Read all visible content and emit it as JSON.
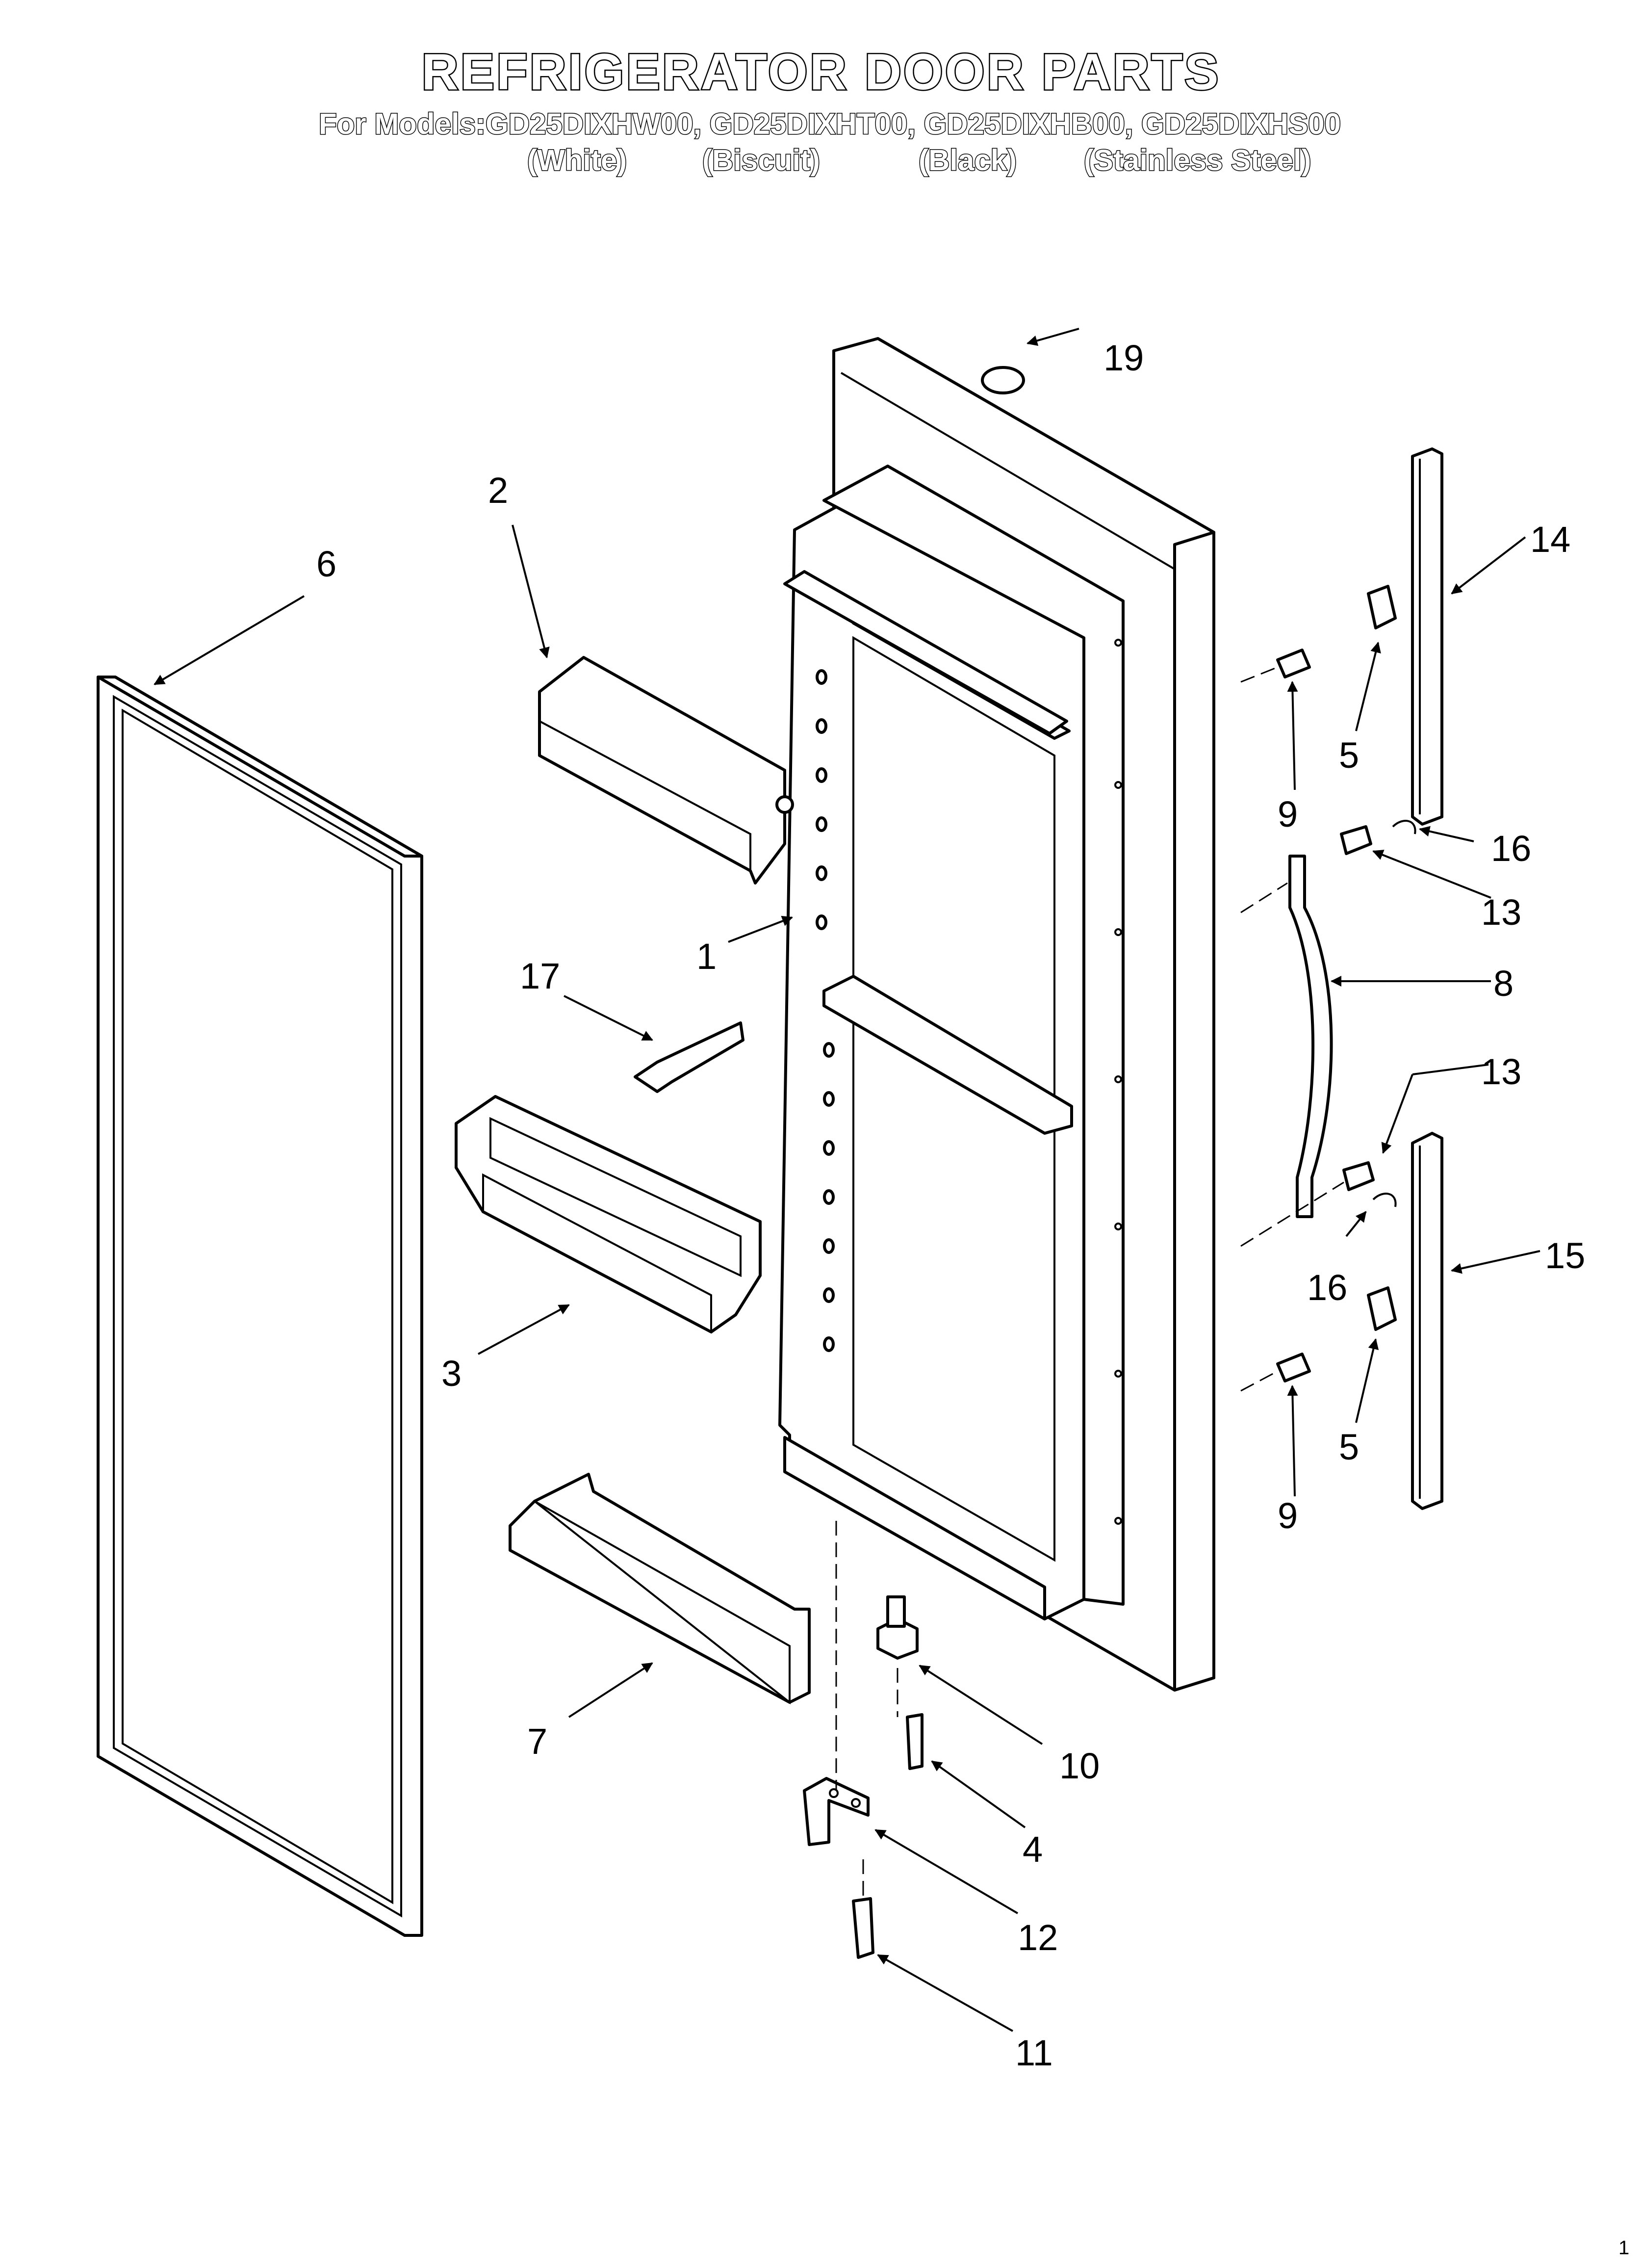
{
  "title": "REFRIGERATOR DOOR PARTS",
  "models_line": "For Models:GD25DIXHW00, GD25DIXHT00, GD25DIXHB00, GD25DIXHS00",
  "colors": [
    "(White)",
    "(Biscuit)",
    "(Black)",
    "(Stainless Steel)"
  ],
  "callouts": [
    "1",
    "2",
    "3",
    "4",
    "5",
    "5",
    "6",
    "7",
    "8",
    "9",
    "9",
    "10",
    "11",
    "12",
    "13",
    "13",
    "14",
    "15",
    "16",
    "16",
    "17",
    "19"
  ],
  "footer_mark": "1"
}
